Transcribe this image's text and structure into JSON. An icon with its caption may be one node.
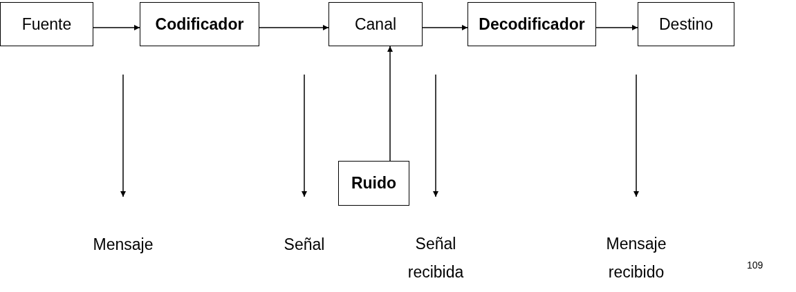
{
  "diagram": {
    "nodes": [
      {
        "text": [
          "Fuente"
        ]
      },
      {
        "text": [
          "Codificador"
        ]
      },
      {
        "text": [
          "Canal"
        ]
      },
      {
        "text": [
          "Decodificador"
        ]
      },
      {
        "text": [
          "Destino"
        ]
      },
      {
        "text": [
          "Ruido"
        ]
      },
      {
        "text": [
          "Mensaje"
        ]
      },
      {
        "text": [
          "Señal"
        ]
      },
      {
        "text": [
          "Señal recibida"
        ]
      },
      {
        "text": [
          "Mensaje recibido"
        ]
      }
    ],
    "edges": [
      {
        "from": 0,
        "to": 1,
        "arrow": "to"
      },
      {
        "from": 1,
        "to": 2,
        "arrow": "to"
      },
      {
        "from": 2,
        "to": 3,
        "arrow": "to"
      },
      {
        "from": 3,
        "to": 4,
        "arrow": "to"
      },
      {
        "from": 5,
        "to": 2,
        "arrow": "to"
      },
      {
        "from": null,
        "to": 6,
        "arrow": "to"
      },
      {
        "from": null,
        "to": 7,
        "arrow": "to"
      },
      {
        "from": null,
        "to": 8,
        "arrow": "to"
      },
      {
        "from": null,
        "to": 9,
        "arrow": "to"
      }
    ],
    "labels": [
      "109"
    ]
  }
}
